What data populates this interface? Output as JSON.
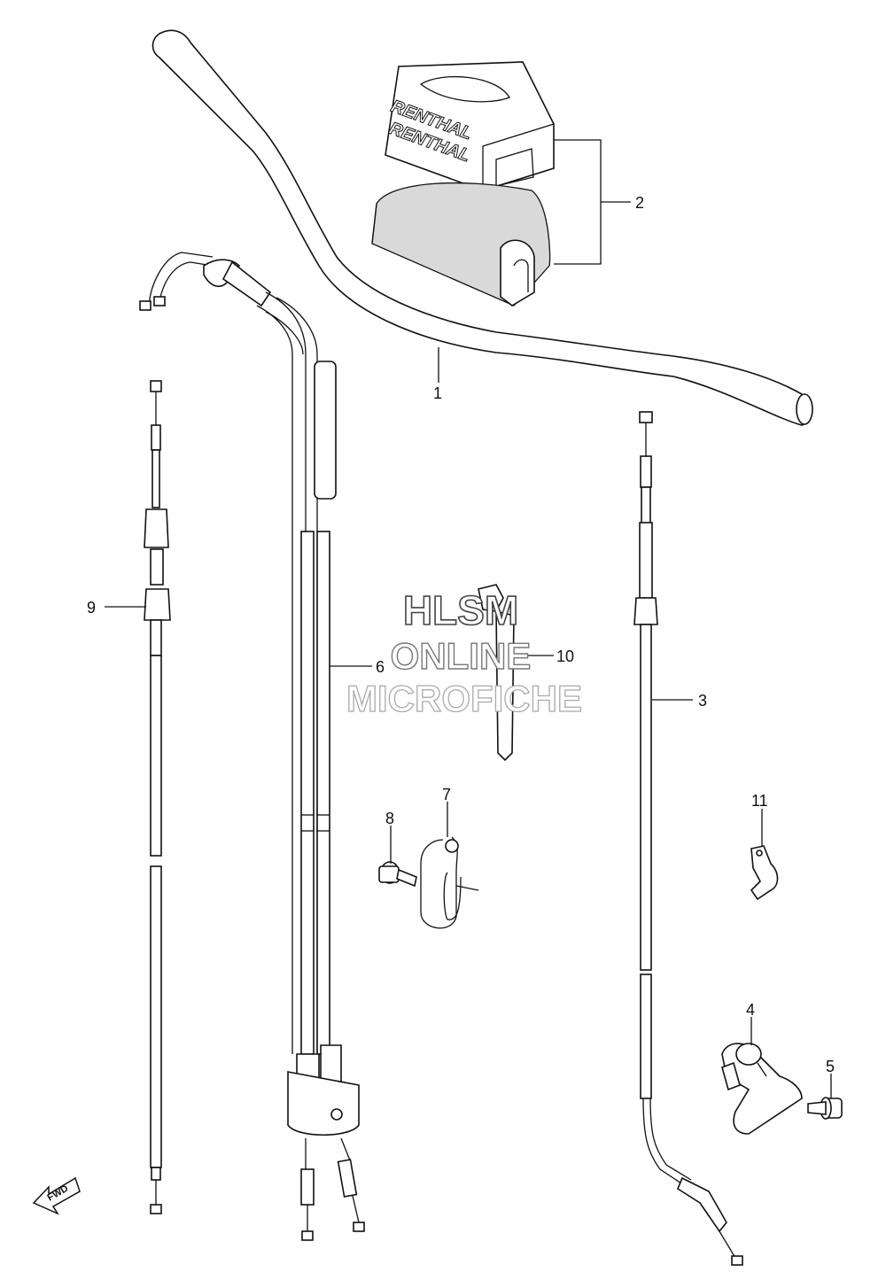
{
  "watermark": {
    "line1": "HLSM",
    "line2": "ONLINE",
    "line3": "MICROFICHE"
  },
  "pad_logo": {
    "text1": "RENTHAL",
    "text2": "RENTHAL"
  },
  "fwd_arrow": {
    "label": "FWD"
  },
  "callouts": [
    {
      "id": "1",
      "text": "1"
    },
    {
      "id": "2",
      "text": "2"
    },
    {
      "id": "3",
      "text": "3"
    },
    {
      "id": "4",
      "text": "4"
    },
    {
      "id": "5",
      "text": "5"
    },
    {
      "id": "6",
      "text": "6"
    },
    {
      "id": "7",
      "text": "7"
    },
    {
      "id": "8",
      "text": "8"
    },
    {
      "id": "9",
      "text": "9"
    },
    {
      "id": "10",
      "text": "10"
    },
    {
      "id": "11",
      "text": "11"
    }
  ]
}
